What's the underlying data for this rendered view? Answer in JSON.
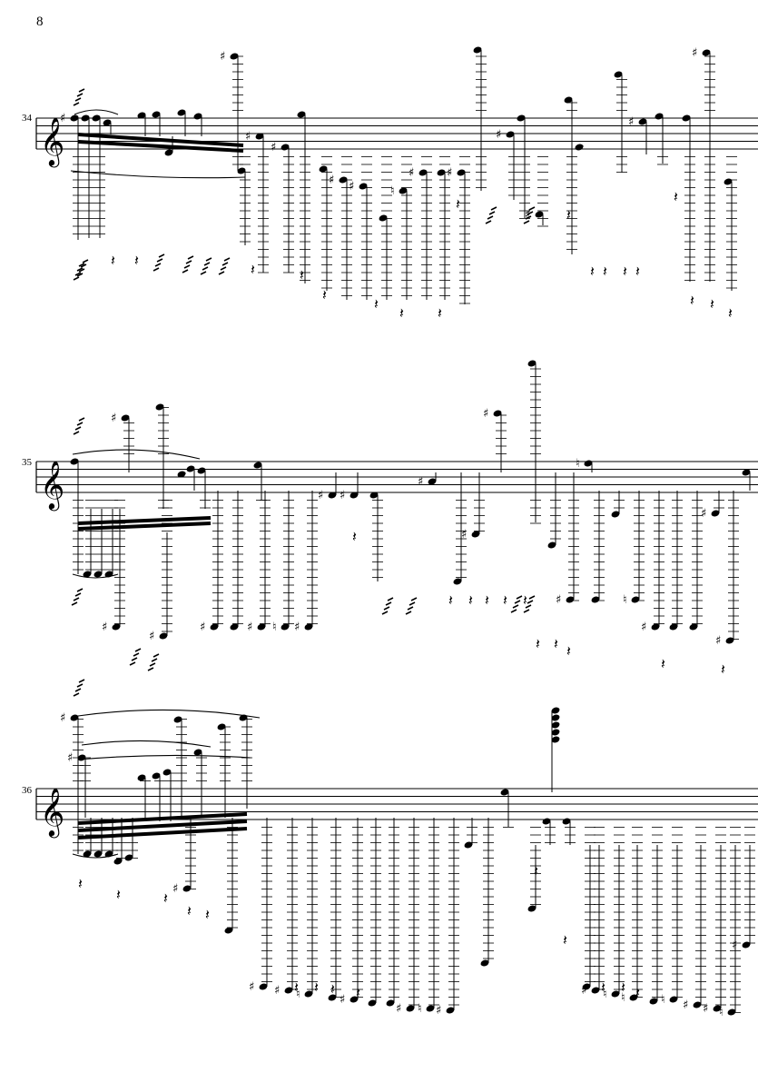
{
  "page": {
    "number": "8"
  },
  "systems": [
    {
      "measure_number": "34"
    },
    {
      "measure_number": "35"
    },
    {
      "measure_number": "36"
    }
  ],
  "notation": {
    "clef": "treble",
    "ink_color": "#000000",
    "paper_color": "#ffffff"
  }
}
